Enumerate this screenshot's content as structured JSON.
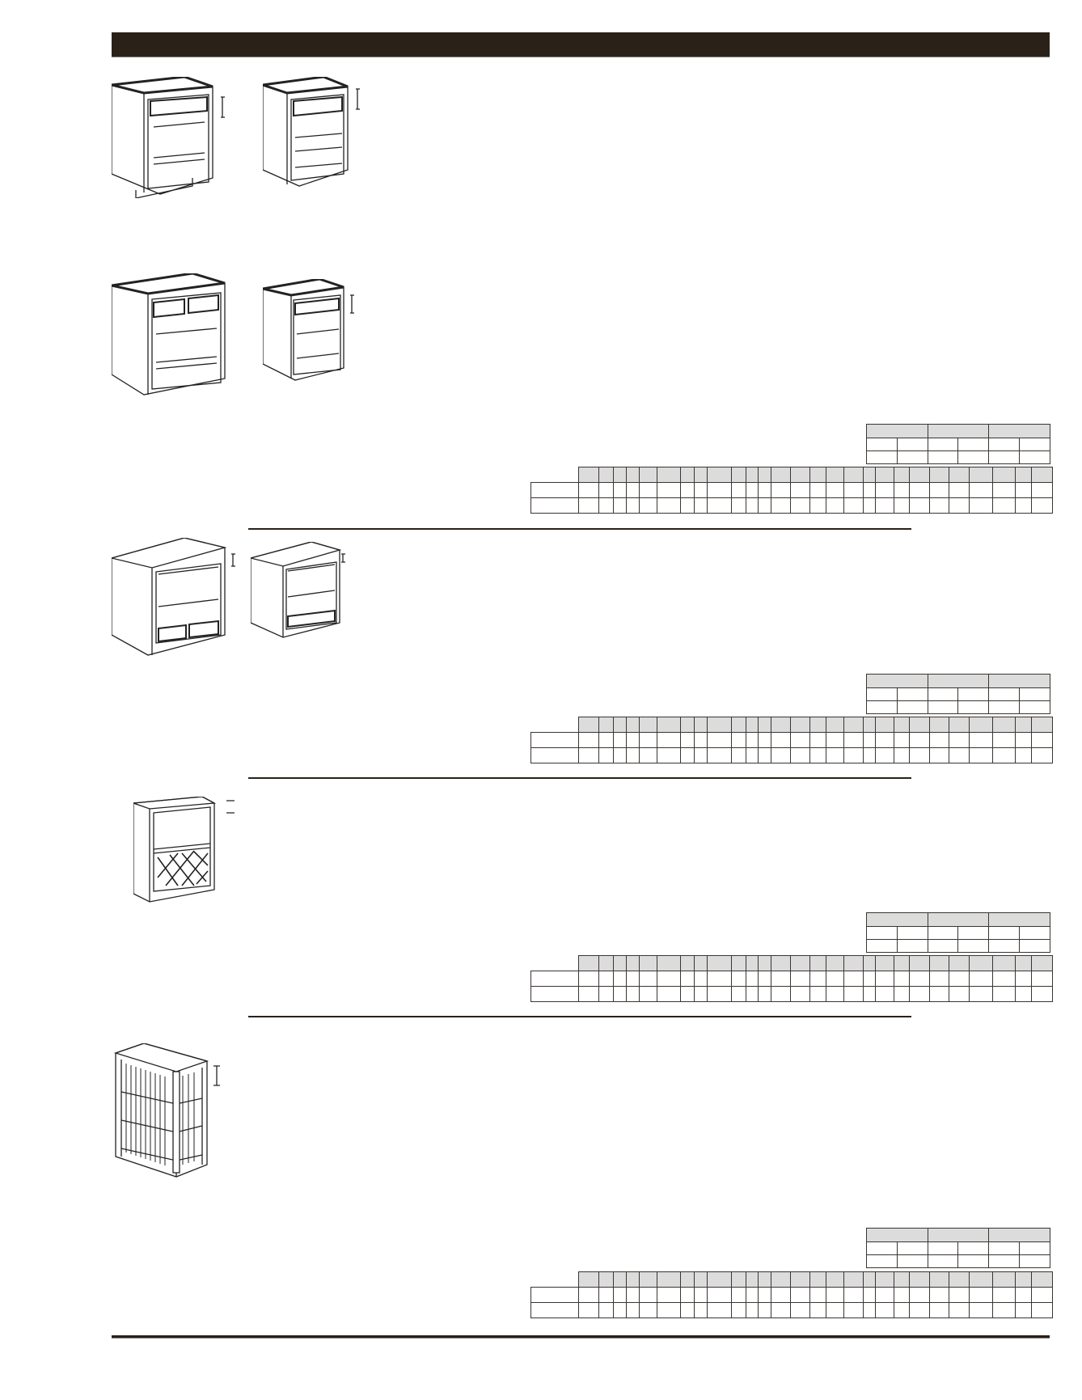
{
  "page": {
    "header_bar": {
      "color": "#2a2118",
      "text": ""
    }
  },
  "sections": [
    {
      "id": "section-1",
      "drawings": [
        "base-cabinet-one-drawer-two-shelves",
        "base-cabinet-one-drawer-two-shelves-narrow"
      ],
      "has_tables": false
    },
    {
      "id": "section-2",
      "drawings": [
        "base-cabinet-two-drawers-shelves",
        "base-cabinet-one-drawer-shelves"
      ],
      "has_tables": true,
      "small_table": {
        "groups": [
          "",
          "",
          ""
        ],
        "subheaders": [
          "",
          "",
          "",
          "",
          "",
          ""
        ],
        "rows": [
          [
            "",
            "",
            "",
            "",
            "",
            ""
          ]
        ]
      },
      "big_table": {
        "headers": [
          "",
          "",
          "",
          "",
          "",
          "",
          "",
          "",
          "",
          "",
          "",
          "",
          "",
          "",
          "",
          "",
          "",
          "",
          "",
          "",
          "",
          "",
          "",
          "",
          "",
          ""
        ],
        "rows": [
          {
            "label": "",
            "cells": []
          },
          {
            "label": "",
            "cells": []
          }
        ]
      }
    },
    {
      "id": "section-3",
      "drawings": [
        "microwave-base-cabinet-two-drawers",
        "microwave-base-cabinet-one-drawer"
      ],
      "has_tables": true,
      "small_table": {
        "groups": [
          "",
          "",
          ""
        ],
        "subheaders": [
          "",
          "",
          "",
          "",
          "",
          ""
        ],
        "rows": [
          [
            "",
            "",
            "",
            "",
            "",
            ""
          ]
        ]
      },
      "big_table": {
        "headers": [
          "",
          "",
          "",
          "",
          "",
          "",
          "",
          "",
          "",
          "",
          "",
          "",
          "",
          "",
          "",
          "",
          "",
          "",
          "",
          "",
          "",
          "",
          "",
          "",
          "",
          ""
        ],
        "rows": [
          {
            "label": "",
            "cells": []
          },
          {
            "label": "",
            "cells": []
          }
        ]
      }
    },
    {
      "id": "section-4",
      "drawings": [
        "wine-rack-base-cabinet"
      ],
      "has_tables": true,
      "small_table": {
        "groups": [
          "",
          "",
          ""
        ],
        "subheaders": [
          "",
          "",
          "",
          "",
          "",
          ""
        ],
        "rows": [
          [
            "",
            "",
            "",
            "",
            "",
            ""
          ]
        ]
      },
      "big_table": {
        "headers": [
          "",
          "",
          "",
          "",
          "",
          "",
          "",
          "",
          "",
          "",
          "",
          "",
          "",
          "",
          "",
          "",
          "",
          "",
          "",
          "",
          "",
          "",
          "",
          "",
          "",
          ""
        ],
        "rows": [
          {
            "label": "",
            "cells": []
          },
          {
            "label": "",
            "cells": []
          }
        ]
      }
    },
    {
      "id": "section-5",
      "drawings": [
        "open-end-shelf-base-cabinet"
      ],
      "has_tables": true,
      "small_table": {
        "groups": [
          "",
          "",
          ""
        ],
        "subheaders": [
          "",
          "",
          "",
          "",
          "",
          ""
        ],
        "rows": [
          [
            "",
            "",
            "",
            "",
            "",
            ""
          ]
        ]
      },
      "big_table": {
        "headers": [
          "",
          "",
          "",
          "",
          "",
          "",
          "",
          "",
          "",
          "",
          "",
          "",
          "",
          "",
          "",
          "",
          "",
          "",
          "",
          "",
          "",
          "",
          "",
          "",
          "",
          ""
        ],
        "rows": [
          {
            "label": "",
            "cells": []
          },
          {
            "label": "",
            "cells": []
          }
        ]
      }
    }
  ],
  "colors": {
    "rule": "#2a2118",
    "table_header_fill": "#dcdcdc",
    "table_border": "#3a3530"
  }
}
